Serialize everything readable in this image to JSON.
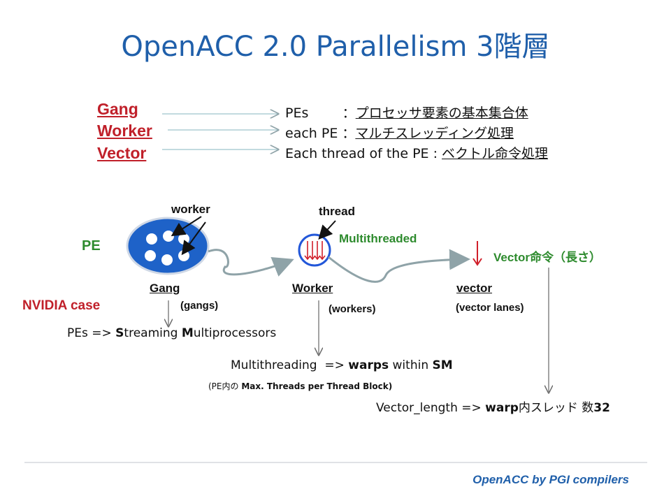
{
  "title": "OpenACC 2.0 Parallelism 3階層",
  "levels": [
    {
      "term": "Gang",
      "def_prefix": "PEs        ：",
      "def_underlined": "プロセッサ要素の基本集合体"
    },
    {
      "term": "Worker",
      "def_prefix": "each PE ：",
      "def_underlined": "マルチスレッディング処理"
    },
    {
      "term": "Vector",
      "def_prefix": "Each thread of the PE : ",
      "def_underlined": "ベクトル命令処理"
    }
  ],
  "diagram": {
    "worker_label": "worker",
    "thread_label": "thread",
    "pe_label": "PE",
    "multithreaded_label": "Multithreaded",
    "vector_instr_label": "Vector命令（長さ）",
    "gang_label": "Gang",
    "gangs_label": "(gangs)",
    "worker_caption": "Worker",
    "workers_label": "(workers)",
    "vector_caption": "vector",
    "vector_lanes_label": "(vector lanes)",
    "nvidia_case": "NVIDIA case"
  },
  "mappings": {
    "pes_prefix": "PEs => ",
    "pes_s": "S",
    "pes_mid": "treaming ",
    "pes_m": "M",
    "pes_rest": "ultiprocessors",
    "mt_prefix": "Multithreading  => ",
    "mt_warps": "warps",
    "mt_mid": " within ",
    "mt_sm": "SM",
    "mt_note_prefix": "(PE内の ",
    "mt_note_bold": "Max. Threads per Thread Block)",
    "vl_prefix": "Vector_length => ",
    "vl_warp": "warp",
    "vl_mid": "内スレッド 数",
    "vl_num": "32"
  },
  "footer": "OpenACC by PGI compilers",
  "colors": {
    "title_blue": "#1f5faa",
    "term_red": "#c0202a",
    "green": "#2e8b2e",
    "pe_blue": "#1e62c8",
    "arrow_gray": "#8fa3a8"
  }
}
